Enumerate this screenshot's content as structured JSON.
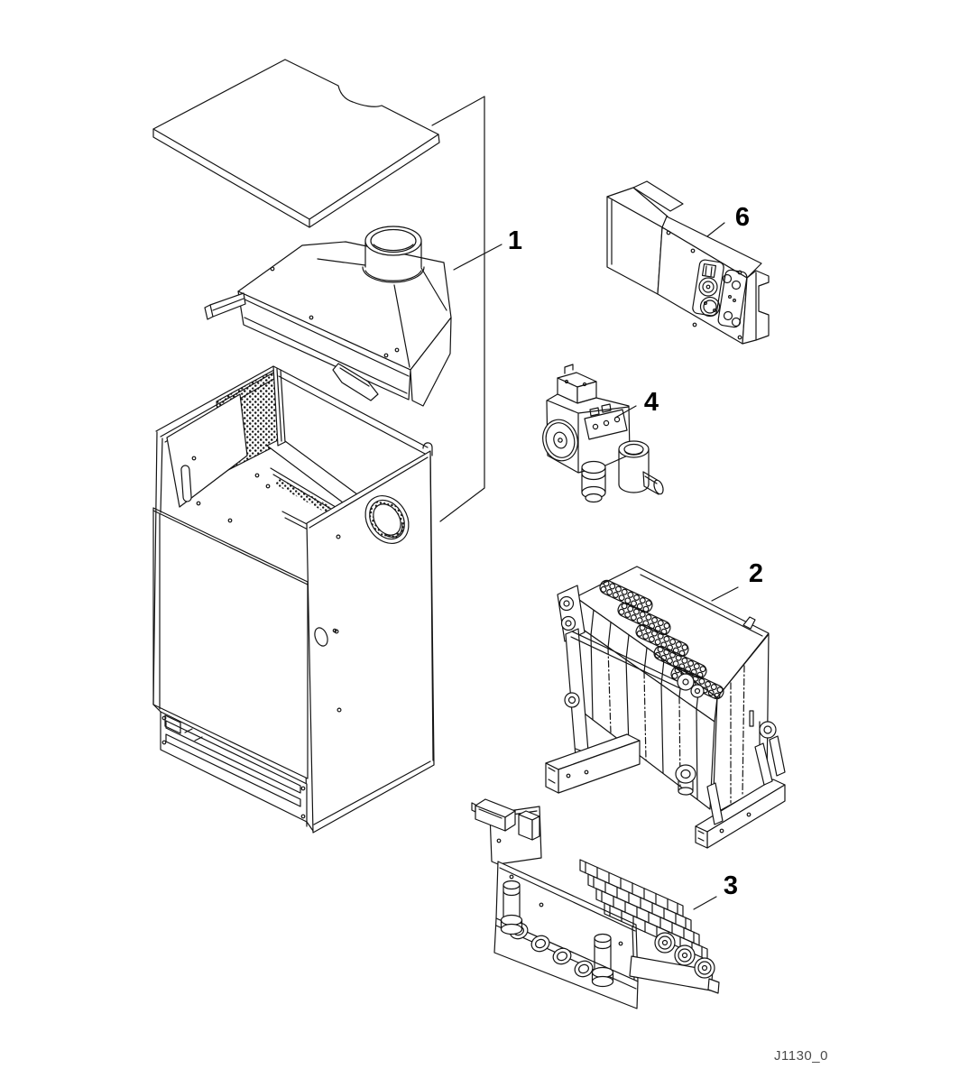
{
  "figure": {
    "code": "J1130_0"
  },
  "callouts": [
    {
      "label": "1"
    },
    {
      "label": "2"
    },
    {
      "label": "3"
    },
    {
      "label": "4"
    },
    {
      "label": "6"
    }
  ]
}
